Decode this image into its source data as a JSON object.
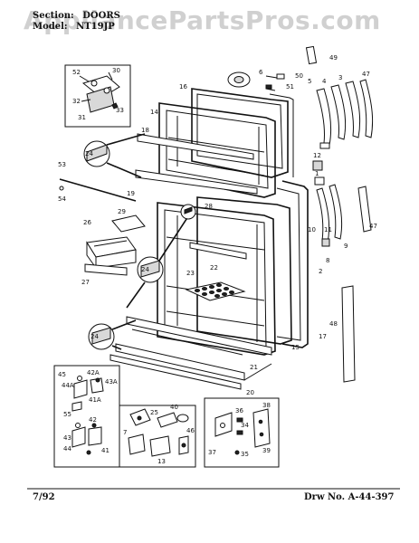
{
  "header": {
    "section_label": "Section:",
    "section_value": "DOORS",
    "model_label": "Model:",
    "model_value": "NT19JP"
  },
  "watermark": "AppliancePartsPros.com",
  "footer": {
    "date": "7/92",
    "drawing_number": "Drw No. A-44-397"
  },
  "callouts": {
    "c52": "52",
    "c30": "30",
    "c32": "32",
    "c31": "31",
    "c33": "33",
    "c6": "6",
    "c50": "50",
    "c49": "49",
    "c16": "16",
    "c51": "51",
    "c5": "5",
    "c4": "4",
    "c3": "3",
    "c47a": "47",
    "c14": "14",
    "c18": "18",
    "c24a": "24",
    "c53": "53",
    "c54": "54",
    "c19": "19",
    "c12": "12",
    "c1": "1",
    "c29": "29",
    "c28": "28",
    "c26": "26",
    "c27": "27",
    "c24b": "24",
    "c23": "23",
    "c22": "22",
    "c10": "10",
    "c11": "11",
    "c9": "9",
    "c8": "8",
    "c47b": "47",
    "c2": "2",
    "c17": "17",
    "c48": "48",
    "c24c": "24",
    "c15": "15",
    "c21": "21",
    "c20": "20",
    "c45": "45",
    "c44A": "44A",
    "c42A": "42A",
    "c43A": "43A",
    "c41A": "41A",
    "c55": "55",
    "c43": "43",
    "c44": "44",
    "c42": "42",
    "c41": "41",
    "c25": "25",
    "c40": "40",
    "c7": "7",
    "c46": "46",
    "c13": "13",
    "c36": "36",
    "c34": "34",
    "c37": "37",
    "c35": "35",
    "c38": "38",
    "c39": "39"
  }
}
